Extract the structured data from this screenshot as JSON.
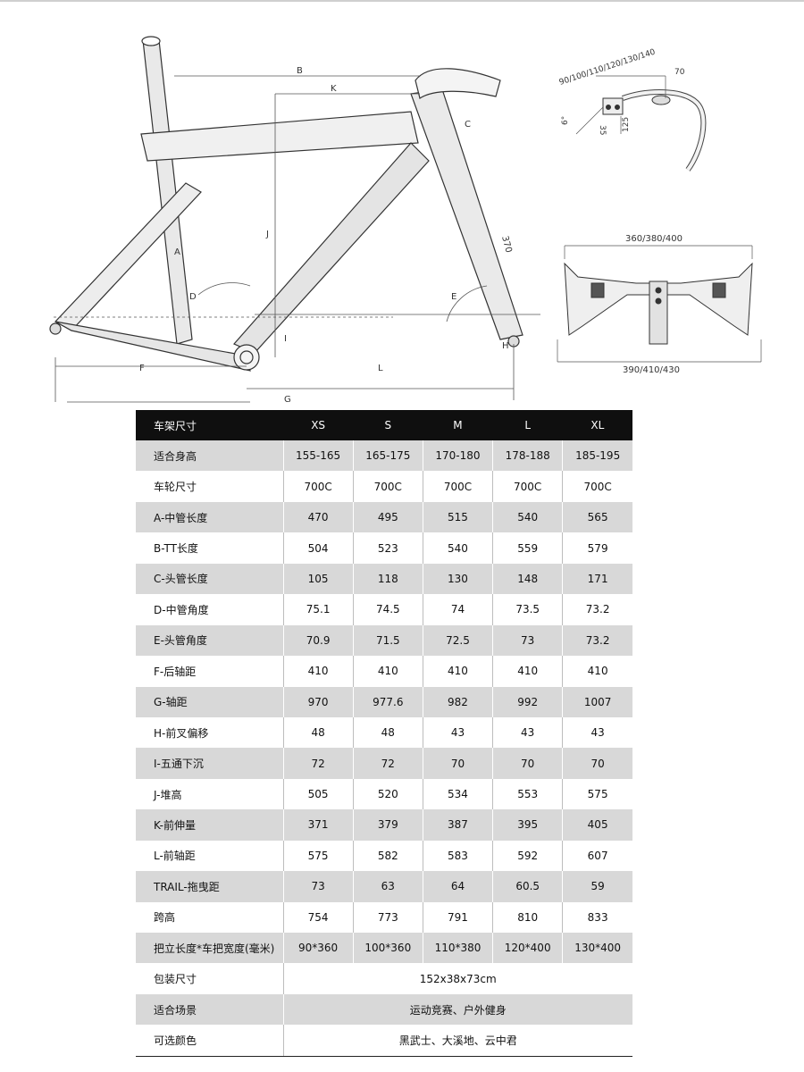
{
  "drawing_labels": {
    "frame": {
      "a": "A",
      "b": "B",
      "c": "C",
      "d": "D",
      "e": "E",
      "f": "F",
      "g": "G",
      "h": "H",
      "i": "I",
      "j": "J",
      "k": "K",
      "l": "L",
      "stem_length": "370"
    },
    "stem": {
      "lengths": "90/100/110/120/130/140",
      "rise": "70",
      "angle": "6°",
      "bolt": "35",
      "height": "125"
    },
    "bar": {
      "top_widths": "360/380/400",
      "bottom_widths": "390/410/430"
    }
  },
  "table": {
    "header": {
      "param": "车架尺寸",
      "sizes": [
        "XS",
        "S",
        "M",
        "L",
        "XL"
      ]
    },
    "rows": [
      {
        "label": "适合身高",
        "values": [
          "155-165",
          "165-175",
          "170-180",
          "178-188",
          "185-195"
        ]
      },
      {
        "label": "车轮尺寸",
        "values": [
          "700C",
          "700C",
          "700C",
          "700C",
          "700C"
        ]
      },
      {
        "label": "A-中管长度",
        "values": [
          "470",
          "495",
          "515",
          "540",
          "565"
        ]
      },
      {
        "label": "B-TT长度",
        "values": [
          "504",
          "523",
          "540",
          "559",
          "579"
        ]
      },
      {
        "label": "C-头管长度",
        "values": [
          "105",
          "118",
          "130",
          "148",
          "171"
        ]
      },
      {
        "label": "D-中管角度",
        "values": [
          "75.1",
          "74.5",
          "74",
          "73.5",
          "73.2"
        ]
      },
      {
        "label": "E-头管角度",
        "values": [
          "70.9",
          "71.5",
          "72.5",
          "73",
          "73.2"
        ]
      },
      {
        "label": "F-后轴距",
        "values": [
          "410",
          "410",
          "410",
          "410",
          "410"
        ]
      },
      {
        "label": "G-轴距",
        "values": [
          "970",
          "977.6",
          "982",
          "992",
          "1007"
        ]
      },
      {
        "label": "H-前叉偏移",
        "values": [
          "48",
          "48",
          "43",
          "43",
          "43"
        ]
      },
      {
        "label": "I-五通下沉",
        "values": [
          "72",
          "72",
          "70",
          "70",
          "70"
        ]
      },
      {
        "label": "J-堆高",
        "values": [
          "505",
          "520",
          "534",
          "553",
          "575"
        ]
      },
      {
        "label": "K-前伸量",
        "values": [
          "371",
          "379",
          "387",
          "395",
          "405"
        ]
      },
      {
        "label": "L-前轴距",
        "values": [
          "575",
          "582",
          "583",
          "592",
          "607"
        ]
      },
      {
        "label": "TRAIL-拖曳距",
        "values": [
          "73",
          "63",
          "64",
          "60.5",
          "59"
        ]
      },
      {
        "label": "跨高",
        "values": [
          "754",
          "773",
          "791",
          "810",
          "833"
        ]
      },
      {
        "label": "把立长度*车把宽度(毫米)",
        "values": [
          "90*360",
          "100*360",
          "110*380",
          "120*400",
          "130*400"
        ]
      }
    ],
    "merged_rows": [
      {
        "label": "包装尺寸",
        "value": "152x38x73cm"
      },
      {
        "label": "适合场景",
        "value": "运动竞赛、户外健身"
      },
      {
        "label": "可选颜色",
        "value": "黑武士、大溪地、云中君"
      }
    ]
  }
}
